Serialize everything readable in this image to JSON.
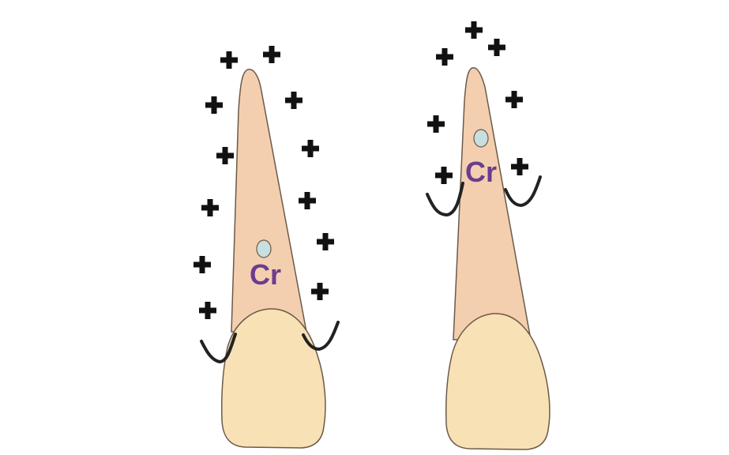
{
  "diagram": {
    "label_text": "Cr",
    "icon": "plus-icon",
    "colors": {
      "background": "#ffffff",
      "root": "#f3cfb0",
      "crown": "#f8e1b5",
      "outline": "#6b5a48",
      "bone_crest": "#222222",
      "marker": "#c8dfe0",
      "label": "#6a3d8f",
      "plus": "#111111"
    },
    "teeth": [
      {
        "name": "left-tooth",
        "label": "Cr"
      },
      {
        "name": "right-tooth",
        "label": "Cr"
      }
    ]
  }
}
